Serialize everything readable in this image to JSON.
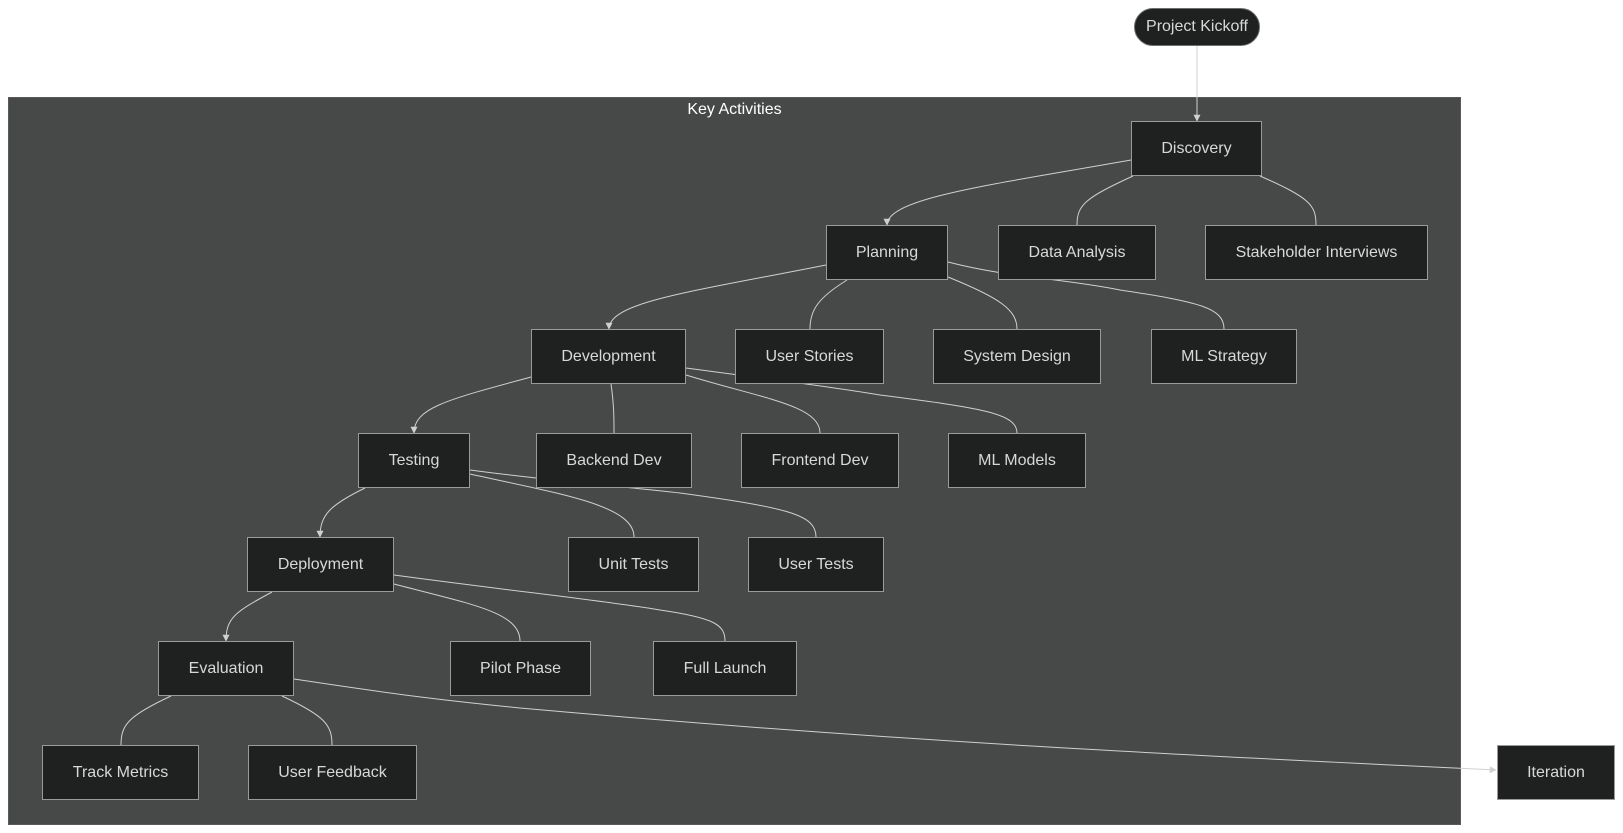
{
  "cluster": {
    "title": "Key Activities"
  },
  "nodes": {
    "kickoff": "Project Kickoff",
    "discovery": "Discovery",
    "planning": "Planning",
    "data_analysis": "Data Analysis",
    "stakeholder_interviews": "Stakeholder Interviews",
    "development": "Development",
    "user_stories": "User Stories",
    "system_design": "System Design",
    "ml_strategy": "ML Strategy",
    "testing": "Testing",
    "backend_dev": "Backend Dev",
    "frontend_dev": "Frontend Dev",
    "ml_models": "ML Models",
    "deployment": "Deployment",
    "unit_tests": "Unit Tests",
    "user_tests": "User Tests",
    "evaluation": "Evaluation",
    "pilot_phase": "Pilot Phase",
    "full_launch": "Full Launch",
    "track_metrics": "Track Metrics",
    "user_feedback": "User Feedback",
    "iteration": "Iteration"
  },
  "colors": {
    "background": "#ffffff",
    "cluster_fill": "#474848",
    "node_fill": "#1f2020",
    "node_border": "#9a9a9a",
    "edge": "#d0d0d0",
    "text": "#d8d8d8"
  }
}
